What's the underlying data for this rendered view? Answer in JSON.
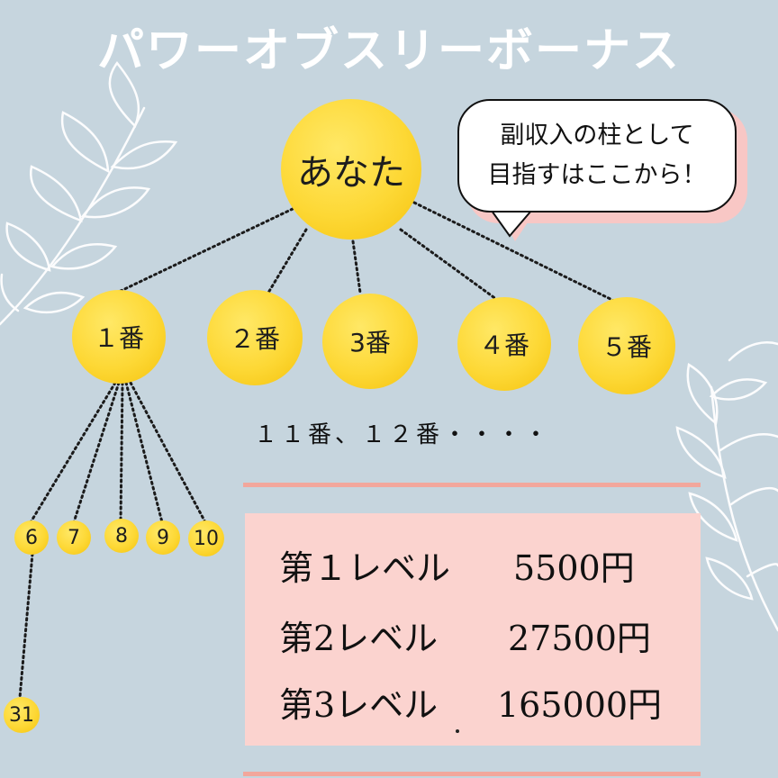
{
  "title": "パワーオブスリーボーナス",
  "root": "あなた",
  "speech_bubble": {
    "line1": "副収入の柱として",
    "line2": "目指すはここから！"
  },
  "level1": [
    "１番",
    "２番",
    "3番",
    "４番",
    "５番"
  ],
  "sub_nodes": [
    "6",
    "7",
    "8",
    "9",
    "10"
  ],
  "deep_node": "31",
  "more_text": "１１番、１２番・・・・",
  "rewards": [
    {
      "level": "第１レベル",
      "amount": "5500円"
    },
    {
      "level": "第2レベル",
      "amount": "27500円"
    },
    {
      "level": "第3レベル",
      "amount": "165000円"
    }
  ],
  "colors": {
    "background": "#c6d5de",
    "node": "#fdd835",
    "box": "#fbd3cf",
    "rule": "#f2a79c",
    "bubble_shadow": "#f8c7c5"
  }
}
